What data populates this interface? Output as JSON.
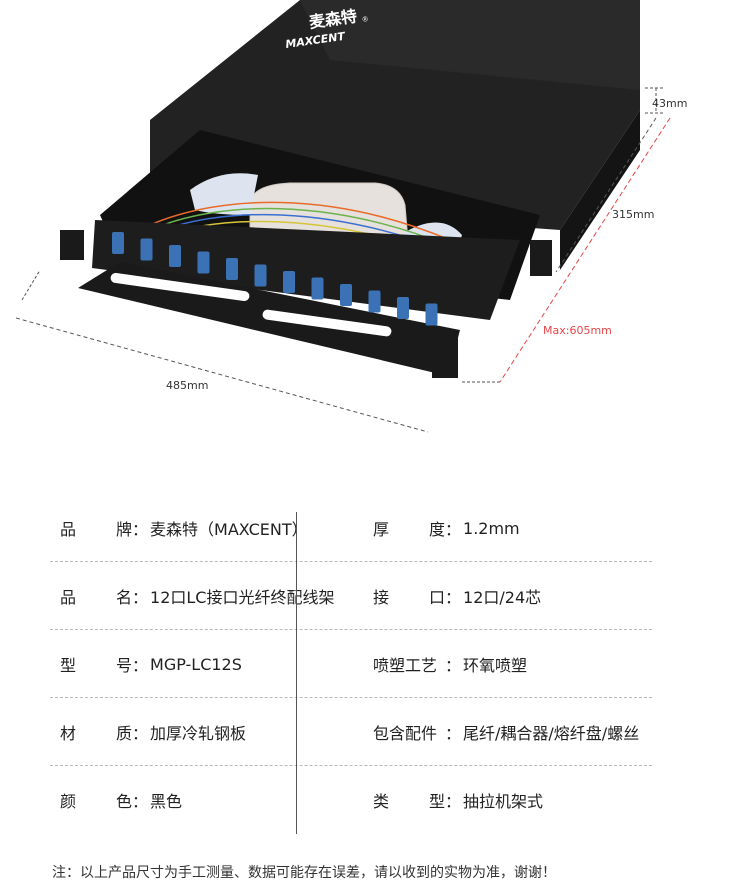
{
  "brand_logo": {
    "cn": "麦森特",
    "en": "MAXCENT",
    "mark": "®"
  },
  "dimensions": {
    "height": "43mm",
    "depth": "315mm",
    "max_extension": "Max:605mm",
    "width": "485mm"
  },
  "specs": [
    {
      "left": {
        "label_chars": [
          "品",
          "牌"
        ],
        "value": "麦森特（MAXCENT）"
      },
      "right": {
        "label_chars": [
          "厚",
          "度"
        ],
        "value": "1.2mm"
      }
    },
    {
      "left": {
        "label_chars": [
          "品",
          "名"
        ],
        "value": "12口LC接口光纤终配线架"
      },
      "right": {
        "label_chars": [
          "接",
          "口"
        ],
        "value": "12口/24芯"
      }
    },
    {
      "left": {
        "label_chars": [
          "型",
          "号"
        ],
        "value": "MGP-LC12S"
      },
      "right": {
        "label_chars": [
          "喷塑工艺"
        ],
        "value": "环氧喷塑"
      }
    },
    {
      "left": {
        "label_chars": [
          "材",
          "质"
        ],
        "value": "加厚冷轧钢板"
      },
      "right": {
        "label_chars": [
          "包含配件"
        ],
        "value": "尾纤/耦合器/熔纤盘/螺丝"
      }
    },
    {
      "left": {
        "label_chars": [
          "颜",
          "色"
        ],
        "value": "黑色"
      },
      "right": {
        "label_chars": [
          "类",
          "型"
        ],
        "value": "抽拉机架式"
      }
    }
  ],
  "colon": "：",
  "note": "注：以上产品尺寸为手工测量、数据可能存在误差，请以收到的实物为准，谢谢！",
  "colors": {
    "body": "#1b1b1b",
    "adapter": "#3b72b6",
    "red_dash": "#e64646",
    "tray": "#e6e1dc"
  }
}
